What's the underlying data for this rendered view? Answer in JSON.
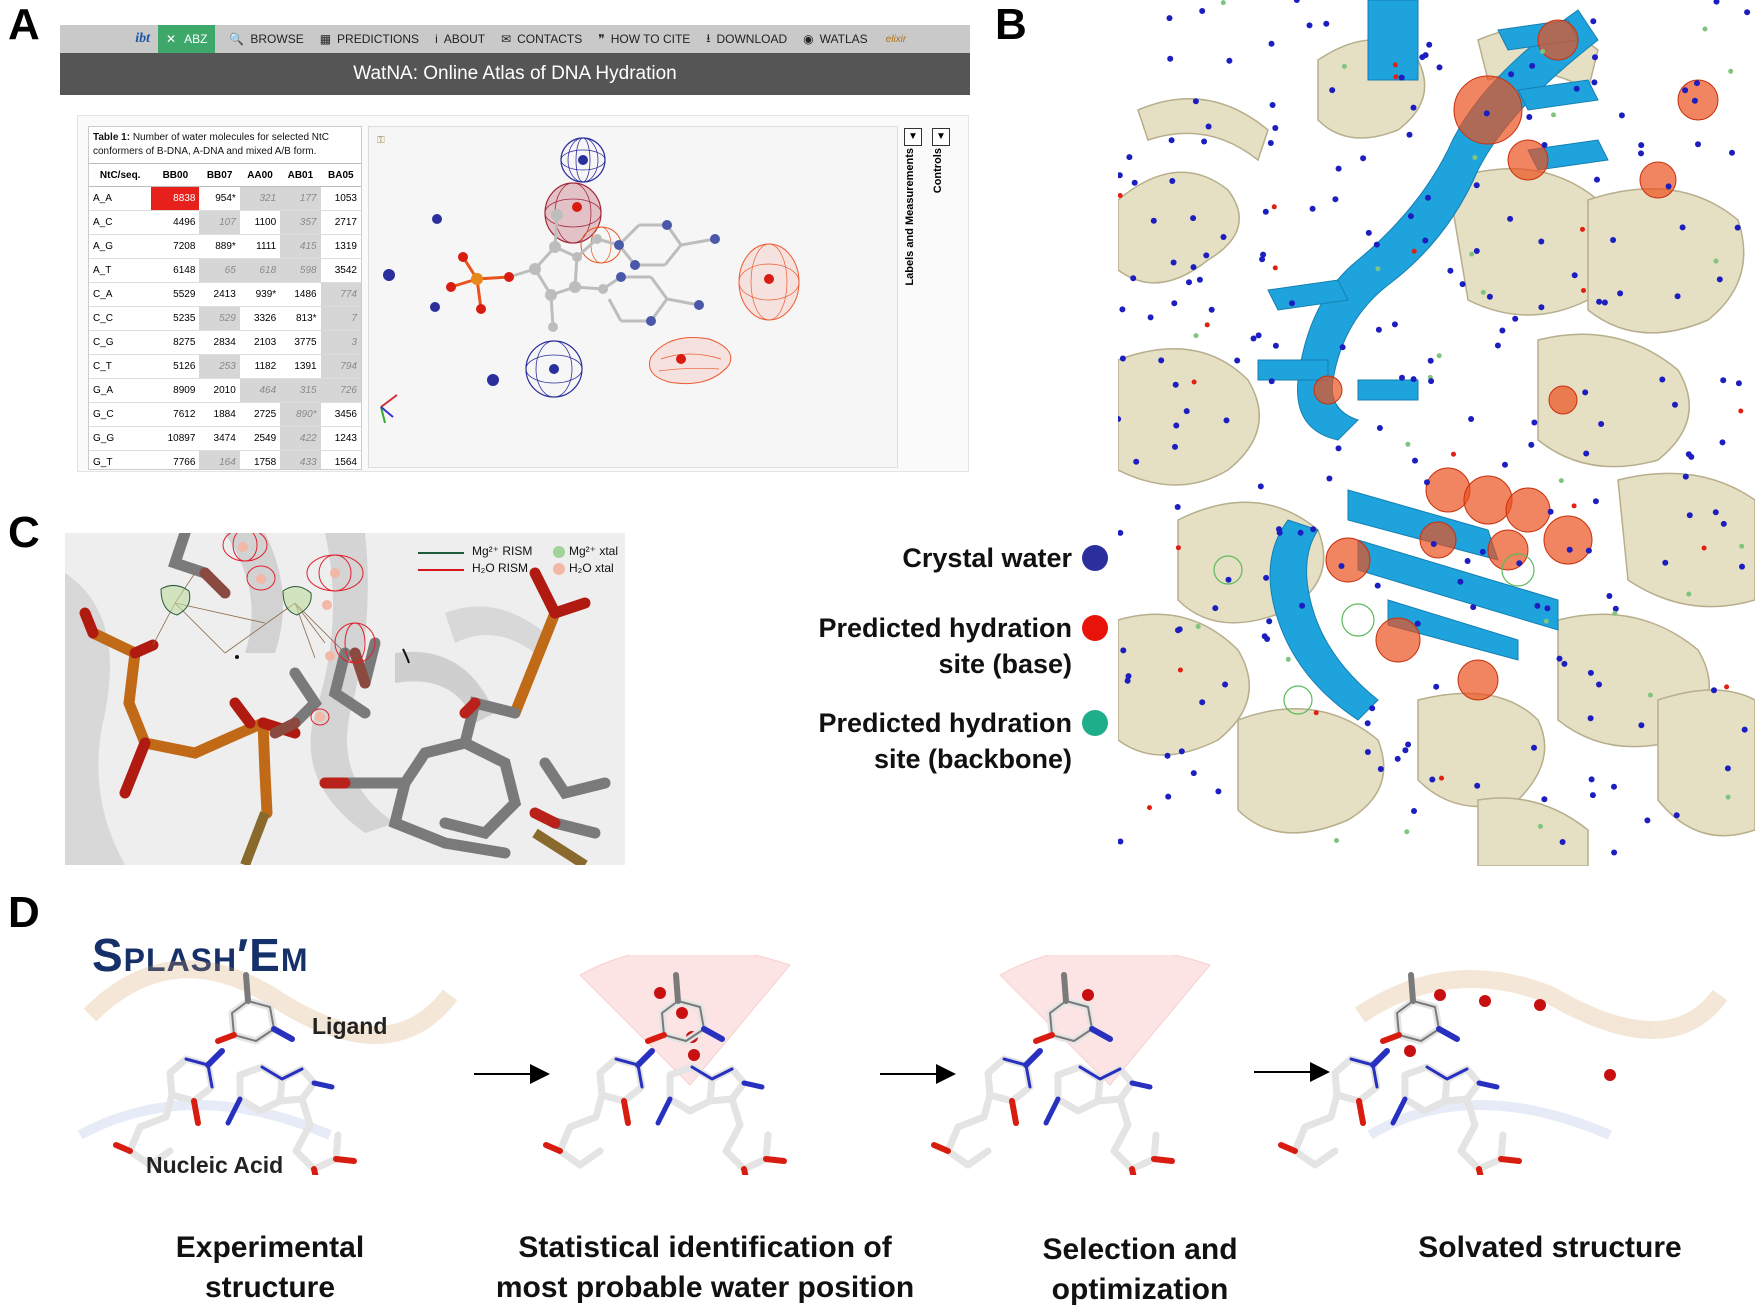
{
  "panel_labels": {
    "a": "A",
    "b": "B",
    "c": "C",
    "d": "D"
  },
  "panelA": {
    "nav_abz": "ABZ",
    "nav_items": [
      {
        "icon": "search-icon",
        "glyph": "🔍",
        "label": "BROWSE"
      },
      {
        "icon": "calculator-icon",
        "glyph": "▦",
        "label": "PREDICTIONS"
      },
      {
        "icon": "info-icon",
        "glyph": "i",
        "label": "ABOUT"
      },
      {
        "icon": "envelope-icon",
        "glyph": "✉",
        "label": "CONTACTS"
      },
      {
        "icon": "quote-icon",
        "glyph": "❞",
        "label": "HOW TO CITE"
      },
      {
        "icon": "download-icon",
        "glyph": "⭳",
        "label": "DOWNLOAD"
      },
      {
        "icon": "globe-icon",
        "glyph": "◉",
        "label": "WATLAS"
      }
    ],
    "title": "WatNA: Online Atlas of DNA Hydration",
    "table_caption_bold": "Table 1:",
    "table_caption": " Number of water molecules for selected NtC conformers of B-DNA, A-DNA and mixed A/B form.",
    "table_headers": [
      "NtC/seq.",
      "BB00",
      "BB07",
      "AA00",
      "AB01",
      "BA05"
    ],
    "table_rows": [
      [
        "A_A",
        "8838",
        "954*",
        "321",
        "177",
        "1053"
      ],
      [
        "A_C",
        "4496",
        "107",
        "1100",
        "357",
        "2717"
      ],
      [
        "A_G",
        "7208",
        "889*",
        "1111",
        "415",
        "1319"
      ],
      [
        "A_T",
        "6148",
        "65",
        "618",
        "598",
        "3542"
      ],
      [
        "C_A",
        "5529",
        "2413",
        "939*",
        "1486",
        "774"
      ],
      [
        "C_C",
        "5235",
        "529",
        "3326",
        "813*",
        "7"
      ],
      [
        "C_G",
        "8275",
        "2834",
        "2103",
        "3775",
        "3"
      ],
      [
        "C_T",
        "5126",
        "253",
        "1182",
        "1391",
        "794"
      ],
      [
        "G_A",
        "8909",
        "2010",
        "464",
        "315",
        "726"
      ],
      [
        "G_C",
        "7612",
        "1884",
        "2725",
        "890*",
        "3456"
      ],
      [
        "G_G",
        "10897",
        "3474",
        "2549",
        "422",
        "1243"
      ],
      [
        "G_T",
        "7766",
        "164",
        "1758",
        "433",
        "1564"
      ]
    ],
    "grey_cells": [
      [
        0,
        3
      ],
      [
        0,
        4
      ],
      [
        1,
        2
      ],
      [
        1,
        4
      ],
      [
        2,
        4
      ],
      [
        3,
        2
      ],
      [
        3,
        3
      ],
      [
        3,
        4
      ],
      [
        4,
        5
      ],
      [
        5,
        2
      ],
      [
        5,
        5
      ],
      [
        6,
        5
      ],
      [
        7,
        2
      ],
      [
        7,
        5
      ],
      [
        8,
        3
      ],
      [
        8,
        4
      ],
      [
        8,
        5
      ],
      [
        9,
        4
      ],
      [
        10,
        4
      ],
      [
        11,
        2
      ],
      [
        11,
        4
      ]
    ],
    "red_cells": [
      [
        0,
        1
      ]
    ],
    "viewer_tabs": [
      "Labels and Measurements",
      "Controls"
    ],
    "viewer_tab_glyph": "▼"
  },
  "panelB_legend": [
    {
      "text_lines": [
        "Crystal water"
      ],
      "color": "#2a2f9c"
    },
    {
      "text_lines": [
        "Predicted hydration",
        "site (base)"
      ],
      "color": "#e8140c"
    },
    {
      "text_lines": [
        "Predicted hydration",
        "site (backbone)"
      ],
      "color": "#1fae8a"
    }
  ],
  "panelC_legend": {
    "mg_rism": "Mg²⁺ RISM",
    "h2o_rism": "H₂O RISM",
    "mg_xtal": "Mg²⁺ xtal",
    "h2o_xtal": "H₂O xtal",
    "mg_color": "#1e5a3a",
    "h2o_color": "#d8141c",
    "mg_dot": "#9fd39a",
    "h2o_dot": "#f3b7a6"
  },
  "panelD": {
    "title": "Splash′Em",
    "ligand_label": "Ligand",
    "nucleic_label": "Nucleic Acid",
    "steps": [
      [
        "Experimental",
        "structure"
      ],
      [
        "Statistical identification of",
        "most probable water position"
      ],
      [
        "Selection and",
        "optimization"
      ],
      [
        "Solvated structure"
      ]
    ]
  }
}
